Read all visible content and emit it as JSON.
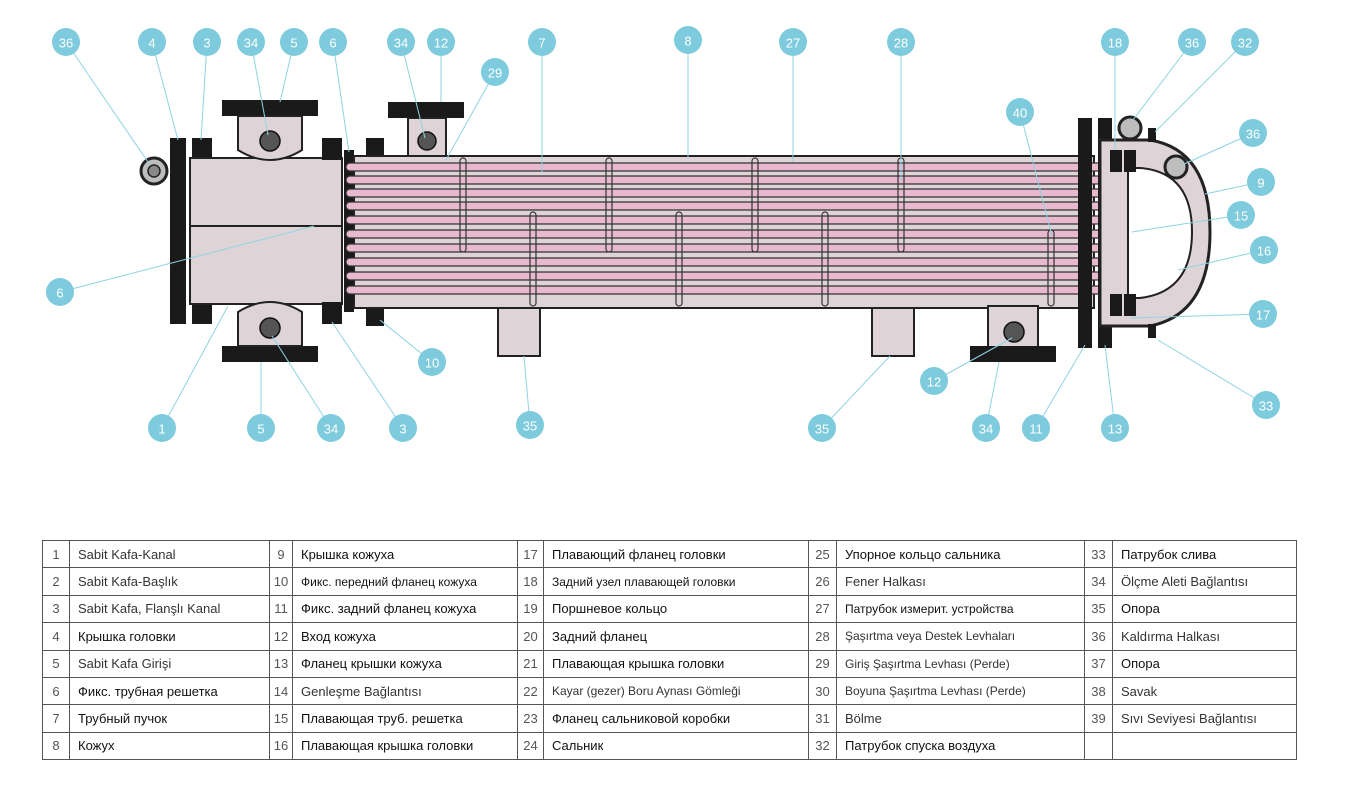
{
  "diagram": {
    "callouts": [
      "36",
      "4",
      "3",
      "34",
      "5",
      "6",
      "34",
      "12",
      "29",
      "7",
      "8",
      "27",
      "28",
      "18",
      "36",
      "32",
      "36",
      "9",
      "15",
      "16",
      "17",
      "33",
      "40",
      "6",
      "10",
      "35",
      "35",
      "12",
      "1",
      "5",
      "34",
      "3",
      "34",
      "11",
      "13"
    ]
  },
  "parts": [
    [
      {
        "n": "1",
        "label": "Sabit Kafa-Kanal"
      },
      {
        "n": "9",
        "label": "Крышка кожуха"
      },
      {
        "n": "17",
        "label": "Плавающий фланец головки"
      },
      {
        "n": "25",
        "label": "Упорное кольцо сальника"
      },
      {
        "n": "33",
        "label": "Патрубок слива"
      }
    ],
    [
      {
        "n": "2",
        "label": "Sabit Kafa-Başlık"
      },
      {
        "n": "10",
        "label": "Фикс. передний фланец кожуха"
      },
      {
        "n": "18",
        "label": "Задний узел плавающей головки"
      },
      {
        "n": "26",
        "label": "Fener Halkası"
      },
      {
        "n": "34",
        "label": "Ölçme Aleti Bağlantısı"
      }
    ],
    [
      {
        "n": "3",
        "label": "Sabit Kafa, Flanşlı Kanal"
      },
      {
        "n": "11",
        "label": "Фикс. задний фланец кожуха"
      },
      {
        "n": "19",
        "label": "Поршневое кольцо"
      },
      {
        "n": "27",
        "label": "Патрубок измерит. устройства"
      },
      {
        "n": "35",
        "label": "Опора"
      }
    ],
    [
      {
        "n": "4",
        "label": "Крышка головки"
      },
      {
        "n": "12",
        "label": "Вход кожуха"
      },
      {
        "n": "20",
        "label": "Задний фланец"
      },
      {
        "n": "28",
        "label": "Şaşırtma veya Destek Levhaları"
      },
      {
        "n": "36",
        "label": "Kaldırma Halkası"
      }
    ],
    [
      {
        "n": "5",
        "label": "Sabit Kafa Girişi"
      },
      {
        "n": "13",
        "label": "Фланец крышки кожуха"
      },
      {
        "n": "21",
        "label": "Плавающая крышка головки"
      },
      {
        "n": "29",
        "label": "Giriş Şaşırtma Levhası (Perde)"
      },
      {
        "n": "37",
        "label": "Опора"
      }
    ],
    [
      {
        "n": "6",
        "label": "Фикс. трубная решетка"
      },
      {
        "n": "14",
        "label": "Genleşme Bağlantısı"
      },
      {
        "n": "22",
        "label": "Kayar (gezer) Boru Aynası Gömleği"
      },
      {
        "n": "30",
        "label": "Boyuna Şaşırtma Levhası (Perde)"
      },
      {
        "n": "38",
        "label": "Savak"
      }
    ],
    [
      {
        "n": "7",
        "label": "Трубный пучок"
      },
      {
        "n": "15",
        "label": "Плавающая труб. решетка"
      },
      {
        "n": "23",
        "label": "Фланец сальниковой коробки"
      },
      {
        "n": "31",
        "label": "Bölme"
      },
      {
        "n": "39",
        "label": "Sıvı Seviyesi Bağlantısı"
      }
    ],
    [
      {
        "n": "8",
        "label": "Кожух"
      },
      {
        "n": "16",
        "label": "Плавающая крышка головки"
      },
      {
        "n": "24",
        "label": "Сальник"
      },
      {
        "n": "32",
        "label": "Патрубок спуска воздуха"
      },
      {
        "n": "",
        "label": ""
      }
    ]
  ],
  "colors": {
    "callout": "#7dcbdc",
    "tube": "#e7b8ce",
    "shell": "#ded4d8",
    "table_border": "#555555"
  }
}
